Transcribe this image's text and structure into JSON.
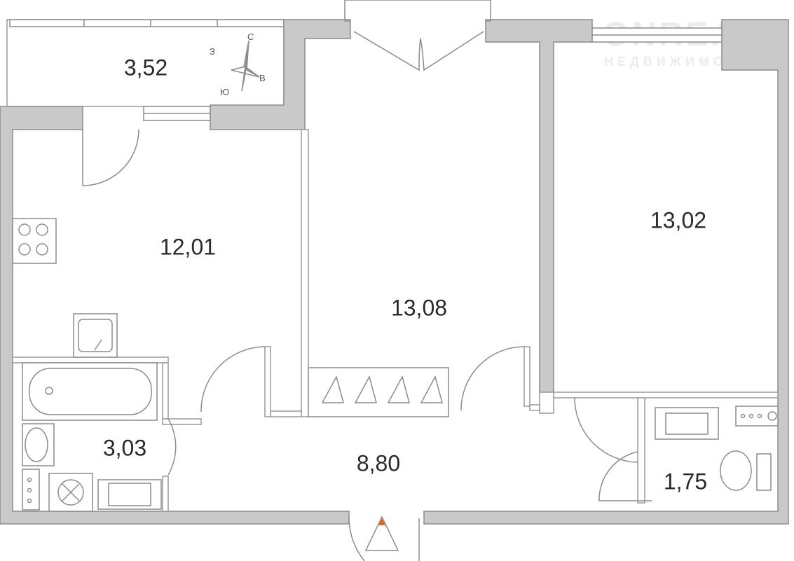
{
  "plan": {
    "rooms": [
      {
        "name": "balcony",
        "area": "3,52"
      },
      {
        "name": "kitchen",
        "area": "12,01"
      },
      {
        "name": "room-middle",
        "area": "13,08"
      },
      {
        "name": "room-right",
        "area": "13,02"
      },
      {
        "name": "bathroom",
        "area": "3,03"
      },
      {
        "name": "hallway",
        "area": "8,80"
      },
      {
        "name": "toilet",
        "area": "1,75"
      }
    ],
    "compass": {
      "north": "С",
      "east": "В",
      "south": "Ю",
      "west": "З"
    },
    "entrance_marker_color": "#e8631c"
  },
  "watermark": {
    "brand": "ONREALT",
    "subtitle": "НЕДВИЖИМОСТЬ"
  }
}
